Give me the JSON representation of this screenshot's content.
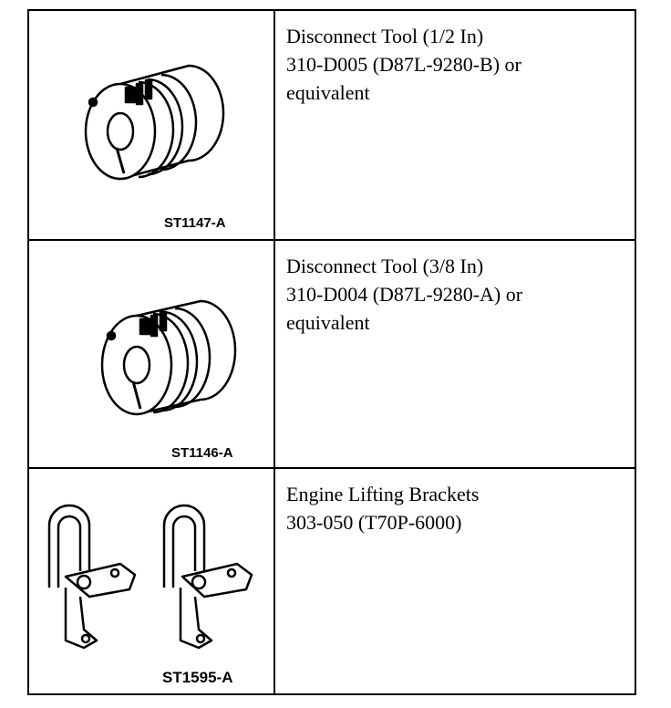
{
  "tools": [
    {
      "figure_code": "ST1147-A",
      "lines": [
        "Disconnect Tool (1/2 In)",
        "310-D005 (D87L-9280-B) or",
        "equivalent"
      ],
      "icon": "disconnect-tool-coupling"
    },
    {
      "figure_code": "ST1146-A",
      "lines": [
        "Disconnect Tool (3/8 In)",
        "310-D004 (D87L-9280-A) or",
        "equivalent"
      ],
      "icon": "disconnect-tool-coupling"
    },
    {
      "figure_code": "ST1595-A",
      "lines": [
        "Engine Lifting Brackets",
        "303-050 (T70P-6000)"
      ],
      "icon": "engine-lifting-bracket"
    }
  ]
}
